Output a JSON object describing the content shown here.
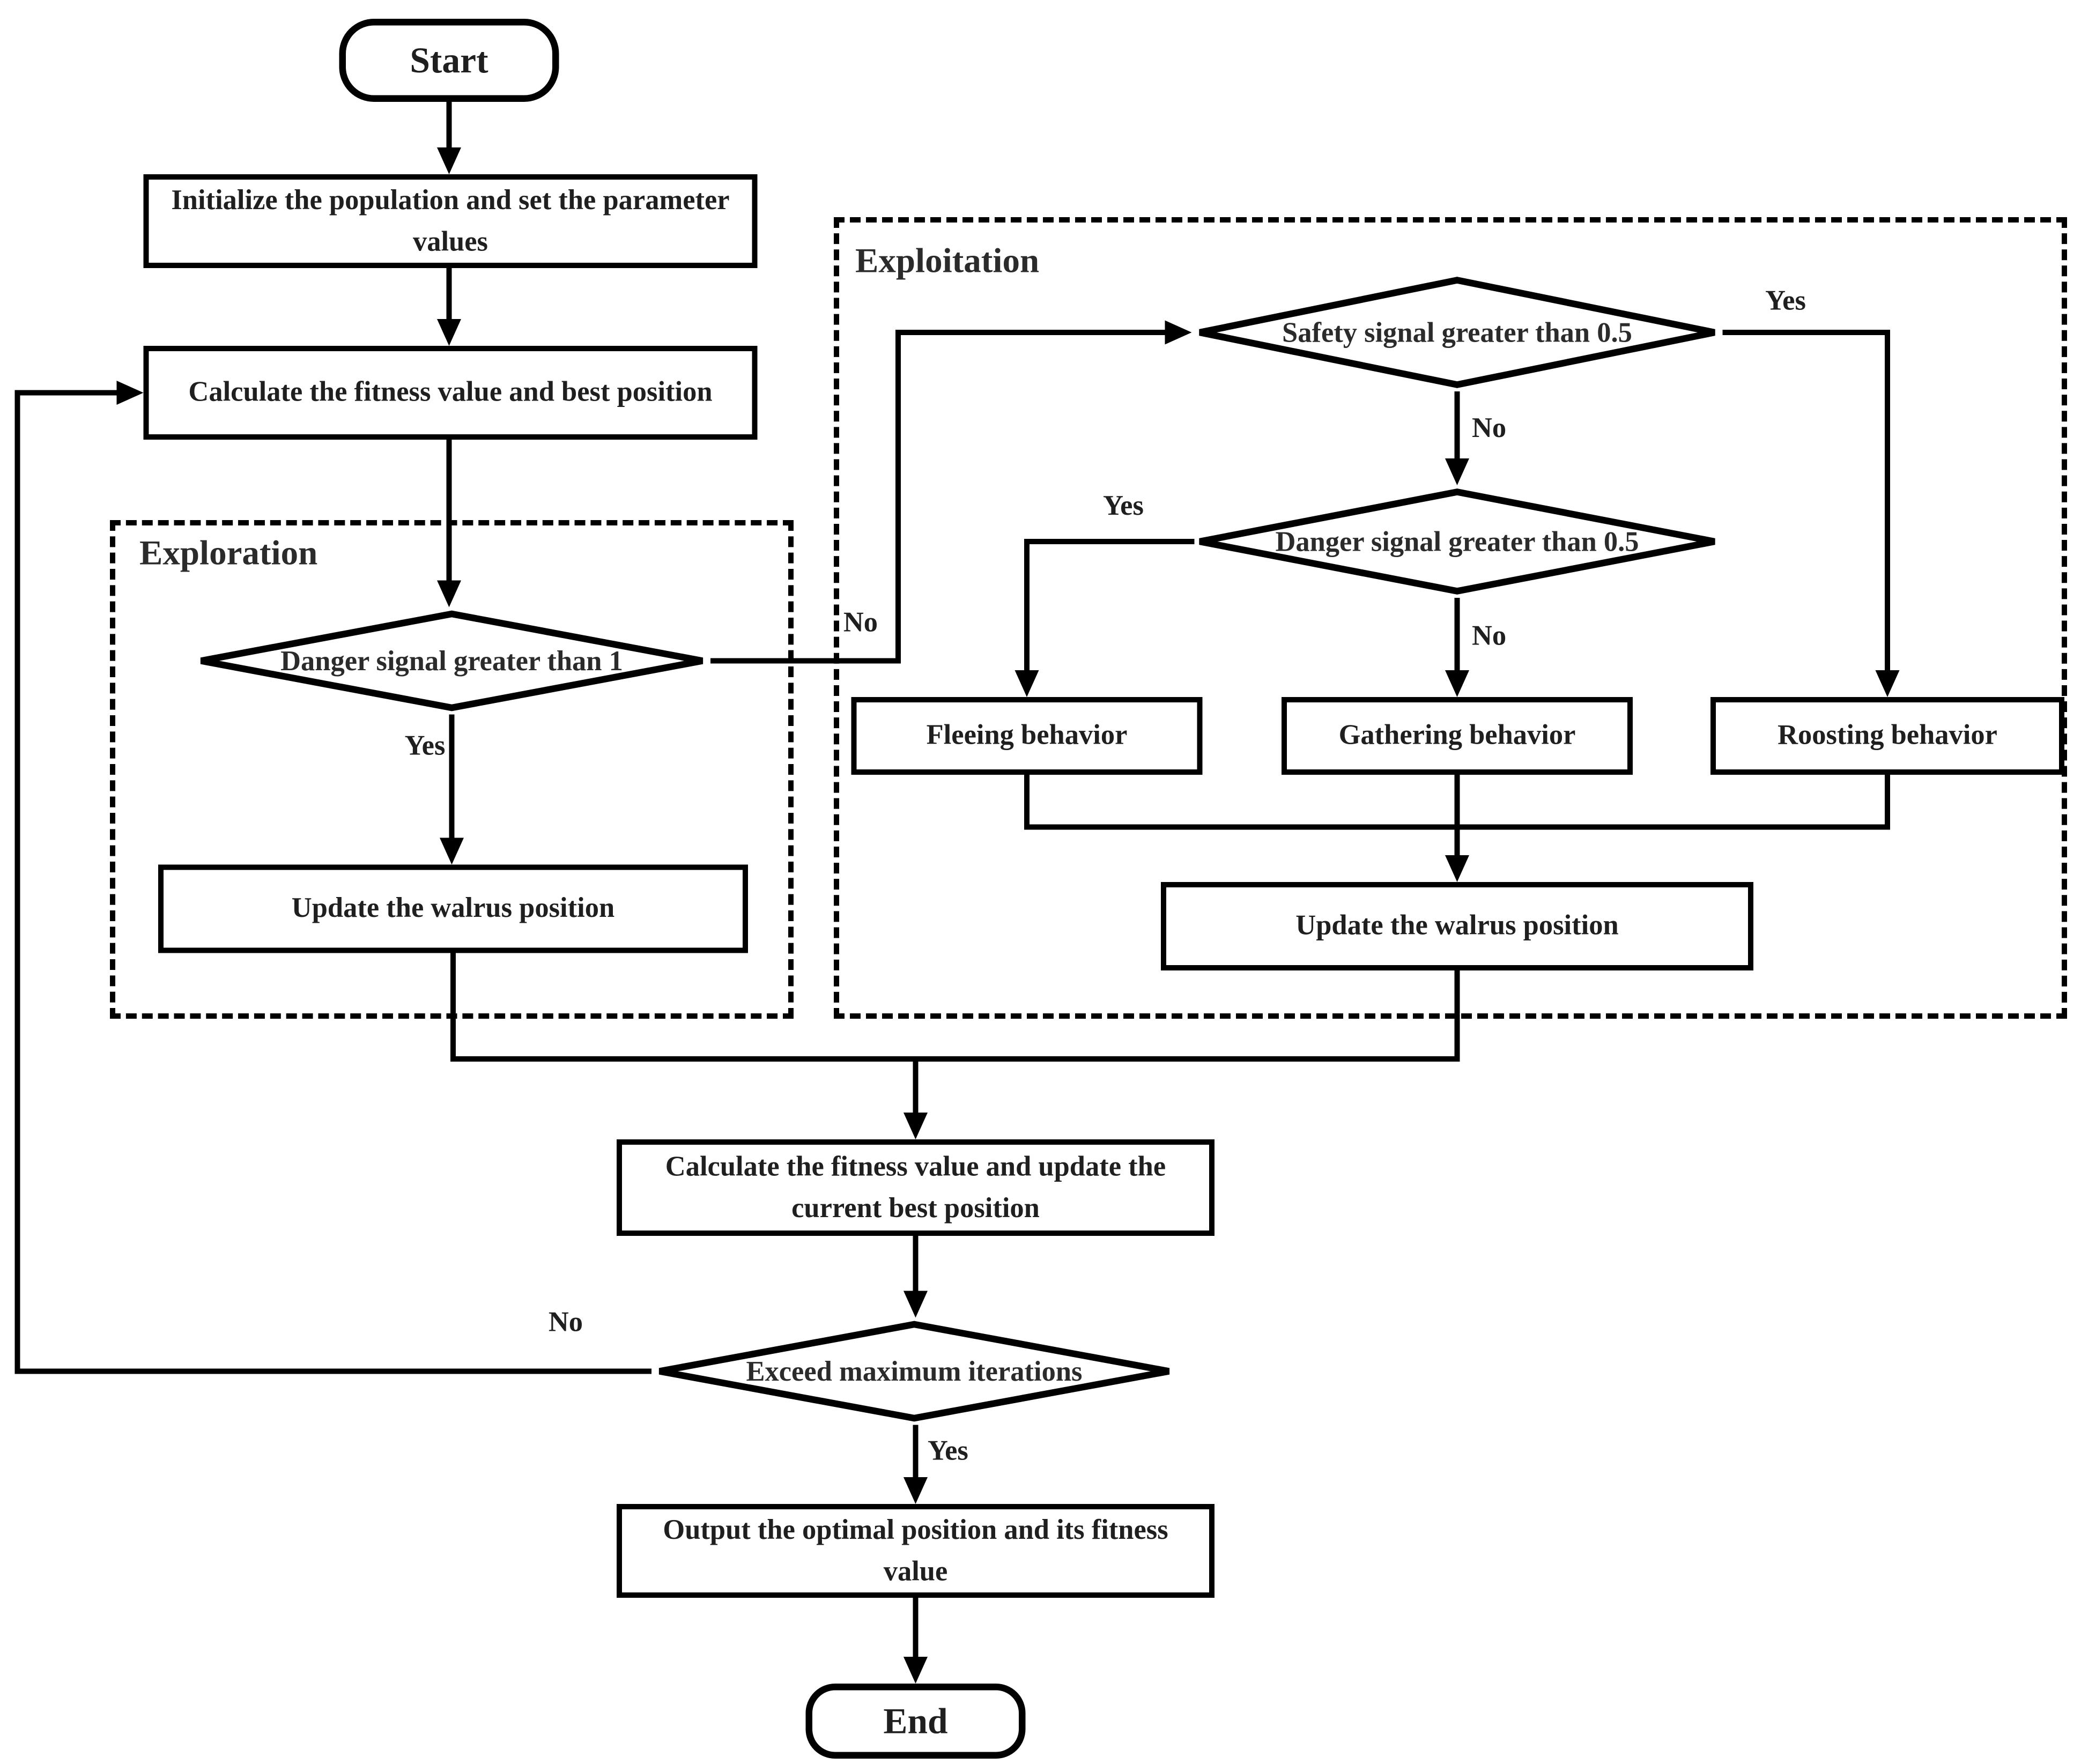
{
  "background": "#ffffff",
  "colors": {
    "line": "#000000",
    "text": "#1f1f1f",
    "node_fill": "#ffffff"
  },
  "regions": {
    "exploration": "Exploration",
    "exploitation": "Exploitation"
  },
  "nodes": {
    "start": "Start",
    "initialize": "Initialize the population and set the parameter values",
    "calc_fitness_best": "Calculate the fitness value and best position",
    "danger_gt1": "Danger signal greater than 1",
    "update_walrus_explore": "Update the walrus position",
    "safety_gt05": "Safety signal greater than 0.5",
    "danger_gt05": "Danger signal greater than 0.5",
    "fleeing": "Fleeing behavior",
    "gathering": "Gathering behavior",
    "roosting": "Roosting behavior",
    "update_walrus_exploit": "Update the walrus position",
    "calc_fitness_update": "Calculate the fitness value and update the current best position",
    "exceed_max_iter": "Exceed maximum iterations",
    "output_optimal": "Output the optimal position and its fitness value",
    "end": "End"
  },
  "edge_labels": {
    "danger_gt1_yes": "Yes",
    "danger_gt1_no": "No",
    "safety_gt05_yes": "Yes",
    "safety_gt05_no": "No",
    "danger_gt05_yes": "Yes",
    "danger_gt05_no": "No",
    "exceed_yes": "Yes",
    "exceed_no": "No"
  }
}
